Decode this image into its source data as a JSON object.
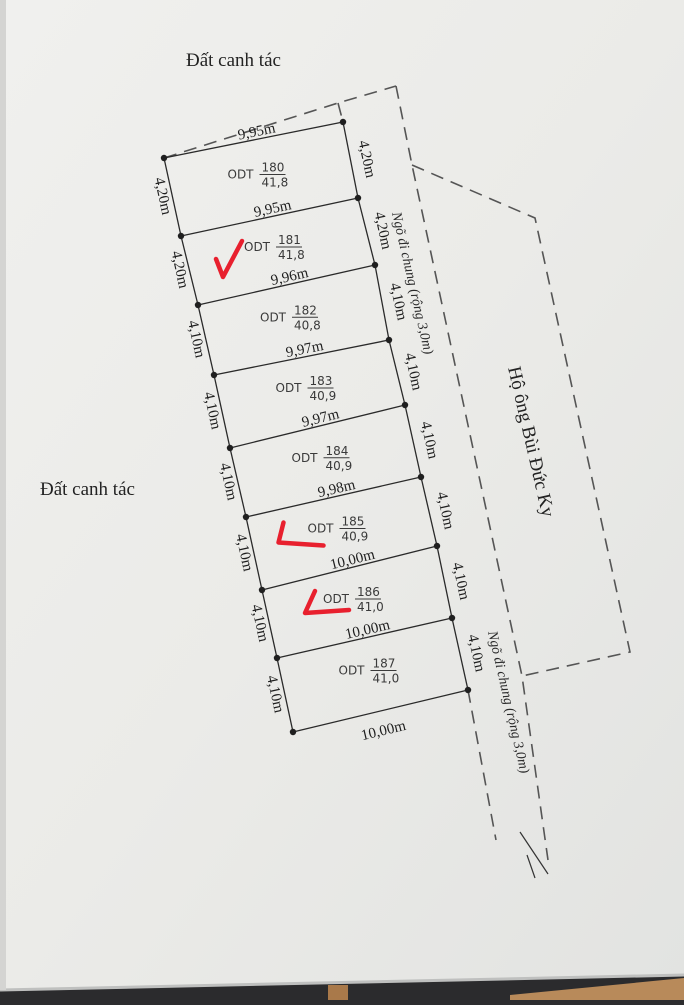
{
  "document": {
    "type": "land subdivision plan (photographed)",
    "colors": {
      "paper": "#ebebe8",
      "ink": "#2a2a2a",
      "dashed": "#555555",
      "checkmark": "#e8202e",
      "desk_edge": "#2b2b2d",
      "table_wood": "#b88a5a"
    }
  },
  "labels": {
    "top_neighbor": "Đất canh tác",
    "left_neighbor": "Đất canh tác",
    "right_neighbor": "Hộ ông Bùi Đức Ky",
    "road_upper": "Ngõ đi chung (rộng 3,0m)",
    "road_lower": "Ngõ đi chung (rộng 3,0m)"
  },
  "plots": [
    {
      "code": "ODT",
      "number": "180",
      "area": "41,8",
      "top_width": "9,95m",
      "left_side": "4,20m",
      "right_side": "4,20m",
      "marked": false
    },
    {
      "code": "ODT",
      "number": "181",
      "area": "41,8",
      "top_width": "9,95m",
      "left_side": "4,20m",
      "right_side": "4,20m",
      "marked": true
    },
    {
      "code": "ODT",
      "number": "182",
      "area": "40,8",
      "top_width": "9,96m",
      "left_side": "4,10m",
      "right_side": "4,10m",
      "marked": false
    },
    {
      "code": "ODT",
      "number": "183",
      "area": "40,9",
      "top_width": "9,97m",
      "left_side": "4,10m",
      "right_side": "4,10m",
      "marked": false
    },
    {
      "code": "ODT",
      "number": "184",
      "area": "40,9",
      "top_width": "9,97m",
      "left_side": "4,10m",
      "right_side": "4,10m",
      "marked": false
    },
    {
      "code": "ODT",
      "number": "185",
      "area": "40,9",
      "top_width": "9,98m",
      "left_side": "4,10m",
      "right_side": "4,10m",
      "marked": true
    },
    {
      "code": "ODT",
      "number": "186",
      "area": "41,0",
      "top_width": "10,00m",
      "left_side": "4,10m",
      "right_side": "4,10m",
      "marked": true
    },
    {
      "code": "ODT",
      "number": "187",
      "area": "41,0",
      "top_width": "10,00m",
      "left_side": "4,10m",
      "right_side": "4,10m",
      "marked": false
    }
  ],
  "bottom_width": "10,00m"
}
